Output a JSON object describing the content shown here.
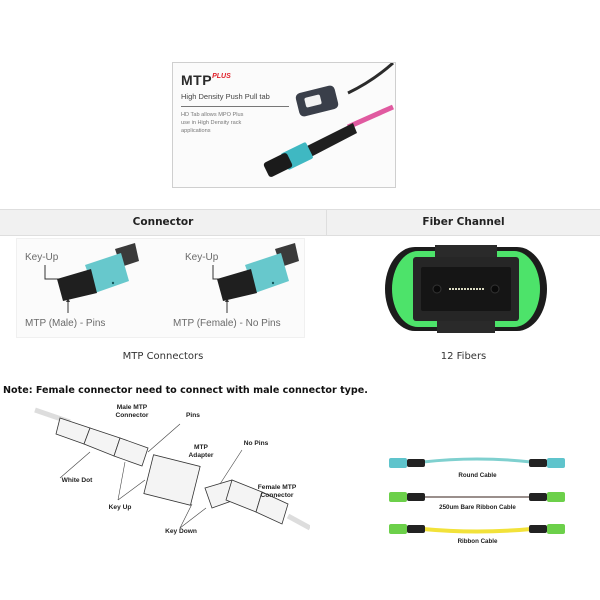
{
  "promo": {
    "brand": "MTP",
    "brand_sup": "PLUS",
    "subtitle": "High Density Push Pull tab",
    "description": "HD Tab allows MPO Plus use in High Density rack applications",
    "colors": {
      "accent_red": "#e0202a",
      "aqua": "#3fb8c2",
      "magenta": "#e05aa0"
    }
  },
  "table": {
    "headers": [
      "Connector",
      "Fiber Channel"
    ],
    "row": {
      "connector": {
        "image_labels": {
          "male_key": "Key-Up",
          "female_key": "Key-Up",
          "male_caption": "MTP (Male) - Pins",
          "female_caption": "MTP (Female) - No Pins"
        },
        "caption": "MTP Connectors"
      },
      "fiber_channel": {
        "caption": "12 Fibers",
        "colors": {
          "housing": "#4de36a",
          "body": "#1e1e1e"
        }
      }
    }
  },
  "note": "Note: Female connector need to connect with male connector type.",
  "diagram": {
    "labels": {
      "male": "Male MTP Connector",
      "pins": "Pins",
      "adapter": "MTP Adapter",
      "no_pins": "No Pins",
      "white_dot": "White Dot",
      "female": "Female MTP Connector",
      "key_up": "Key Up",
      "key_down": "Key Down"
    }
  },
  "cables": [
    {
      "label": "Round Cable",
      "color": "#7fd0cf",
      "boot": "#5fc4cc"
    },
    {
      "label": "250um Bare Ribbon Cable",
      "color": "#9a8f8c",
      "boot": "#6cd04a"
    },
    {
      "label": "Ribbon Cable",
      "color": "#f2e23a",
      "boot": "#6cd04a"
    }
  ]
}
